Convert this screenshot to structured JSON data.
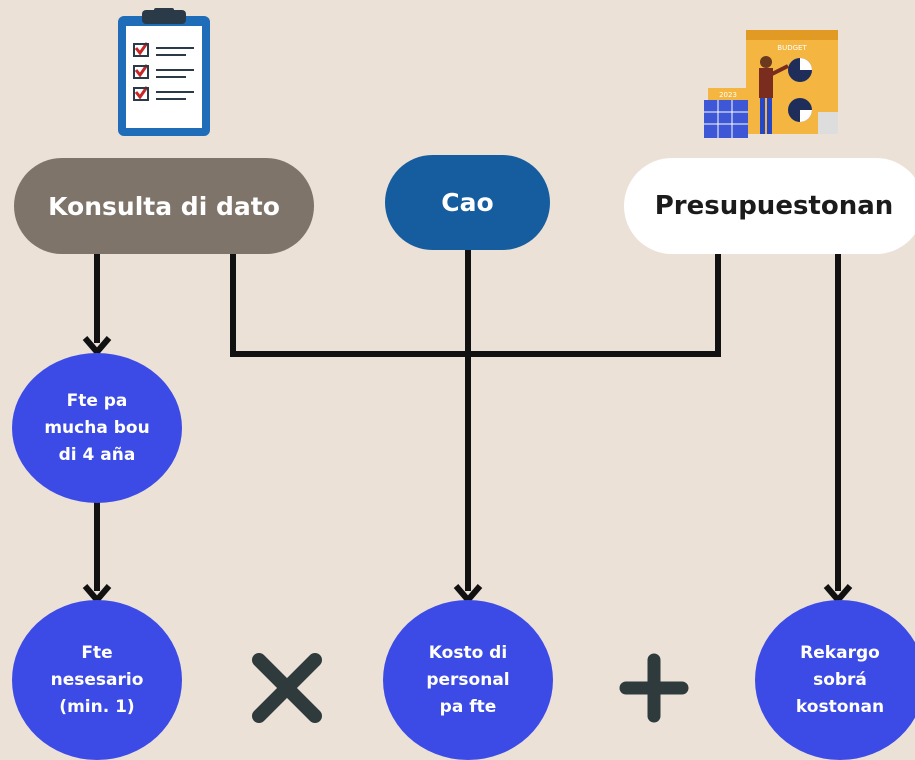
{
  "nodes": {
    "konsulta": {
      "label": "Konsulta di dato"
    },
    "cao": {
      "label": "Cao"
    },
    "presupuestonan": {
      "label": "Presupuestonan"
    },
    "fte_pa": {
      "lines": [
        "Fte pa",
        "mucha bou",
        "di 4 aña"
      ]
    },
    "fte_nesesario": {
      "lines": [
        "Fte",
        "nesesario",
        "(min. 1)"
      ]
    },
    "kosto": {
      "lines": [
        "Kosto di",
        "personal",
        "pa fte"
      ]
    },
    "rekargo": {
      "lines": [
        "Rekargo",
        "sobrá",
        "kostonan"
      ]
    }
  },
  "operators": {
    "times": "multiply-icon",
    "plus": "plus-icon"
  },
  "illustrations": {
    "checklist": "clipboard-checklist-icon",
    "budget": "budget-presentation-icon",
    "budget_sign": "BUDGET",
    "calendar_year": "2023"
  },
  "colors": {
    "background": "#ECE1D7",
    "konsulta_fill": "#7E746A",
    "cao_fill": "#155D9F",
    "presupuestonan_fill": "#FFFFFF",
    "circle_fill": "#3D4BE6",
    "connector": "#111111",
    "operator": "#2E3A3C"
  }
}
